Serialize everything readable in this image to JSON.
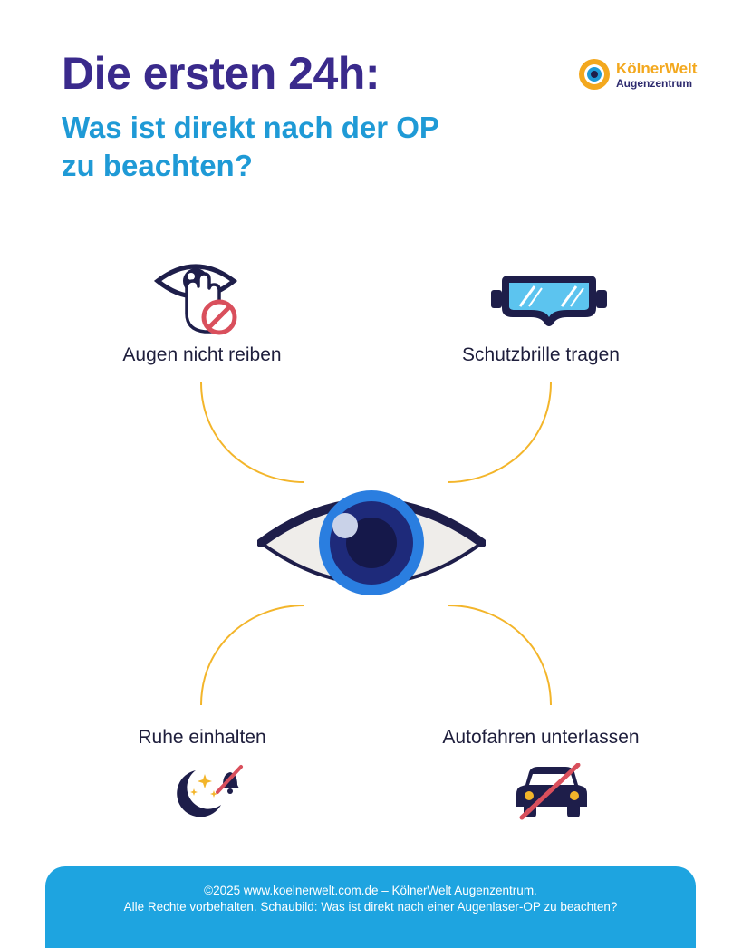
{
  "header": {
    "title": "Die ersten 24h:",
    "subtitle": "Was ist direkt nach der OP zu beachten?"
  },
  "logo": {
    "name": "KölnerWelt",
    "sub": "Augenzentrum",
    "icon": "eye-logo-icon"
  },
  "tips": [
    {
      "label": "Augen nicht reiben",
      "icon": "eye-hand-no-rub-icon"
    },
    {
      "label": "Schutzbrille tragen",
      "icon": "goggles-icon"
    },
    {
      "label": "Ruhe einhalten",
      "icon": "moon-stars-no-bell-icon"
    },
    {
      "label": "Autofahren unterlassen",
      "icon": "no-car-icon"
    }
  ],
  "center_icon": "eye-icon",
  "footer": {
    "line1": "©2025 www.koelnerwelt.com.de – KölnerWelt Augenzentrum.",
    "line2": "Alle Rechte vorbehalten. Schaubild: Was ist direkt nach einer Augenlaser-OP zu beachten?"
  },
  "colors": {
    "title": "#3a2a8c",
    "subtitle": "#1f9ad6",
    "accent": "#f3a81e",
    "navy": "#1e1e4a",
    "blue": "#2a7ee0",
    "footer_bg": "#1ea4e0",
    "forbidden": "#d94f5c"
  }
}
